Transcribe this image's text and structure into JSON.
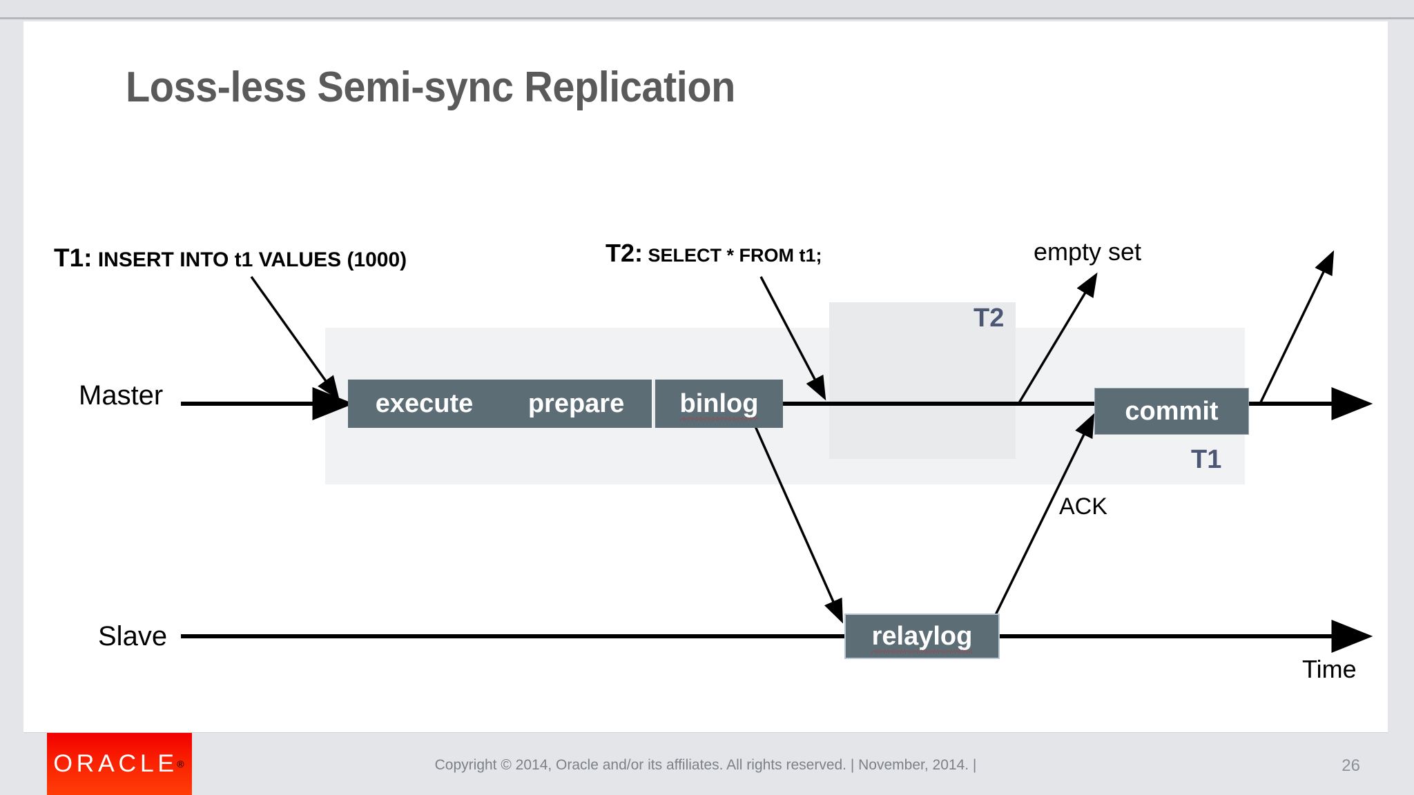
{
  "window": {
    "title_bar": ""
  },
  "slide": {
    "title": "Loss-less Semi-sync Replication",
    "page_number": "26",
    "lanes": [
      {
        "name": "master",
        "label": "Master"
      },
      {
        "name": "slave",
        "label": "Slave"
      }
    ],
    "axis_label": "Time",
    "annotations": {
      "t1_prefix": "T1:",
      "t1_statement": "INSERT INTO t1 VALUES (1000)",
      "t2_prefix": "T2:",
      "t2_statement": "SELECT * FROM t1;",
      "empty_set": "empty set",
      "ack": "ACK"
    },
    "bands": [
      {
        "name": "t1-band",
        "caption": "T1",
        "color": "#f1f2f4"
      },
      {
        "name": "t2-band",
        "caption": "T2",
        "color": "#e9eaec"
      }
    ],
    "boxes": [
      {
        "name": "execute",
        "label": "execute",
        "lane": "master",
        "misspelled": false
      },
      {
        "name": "prepare",
        "label": "prepare",
        "lane": "master",
        "misspelled": false
      },
      {
        "name": "binlog",
        "label": "binlog",
        "lane": "master",
        "misspelled": true
      },
      {
        "name": "commit",
        "label": "commit",
        "lane": "master",
        "misspelled": false
      },
      {
        "name": "relaylog",
        "label": "relaylog",
        "lane": "slave",
        "misspelled": true
      }
    ],
    "colors": {
      "box_fill": "#5c6d76",
      "box_text": "#ffffff",
      "title_text": "#5a5a5a",
      "band_caption": "#4c5873",
      "spellcheck_underline": "#d82020",
      "oracle_red": "#f20000",
      "slide_background": "#ffffff",
      "frame_background": "#e3e5e9"
    }
  },
  "footer": {
    "logo_text": "ORACLE",
    "logo_registered_mark": "®",
    "copyright": "Copyright © 2014, Oracle and/or its affiliates. All rights reserved.  |  November, 2014.  |"
  }
}
